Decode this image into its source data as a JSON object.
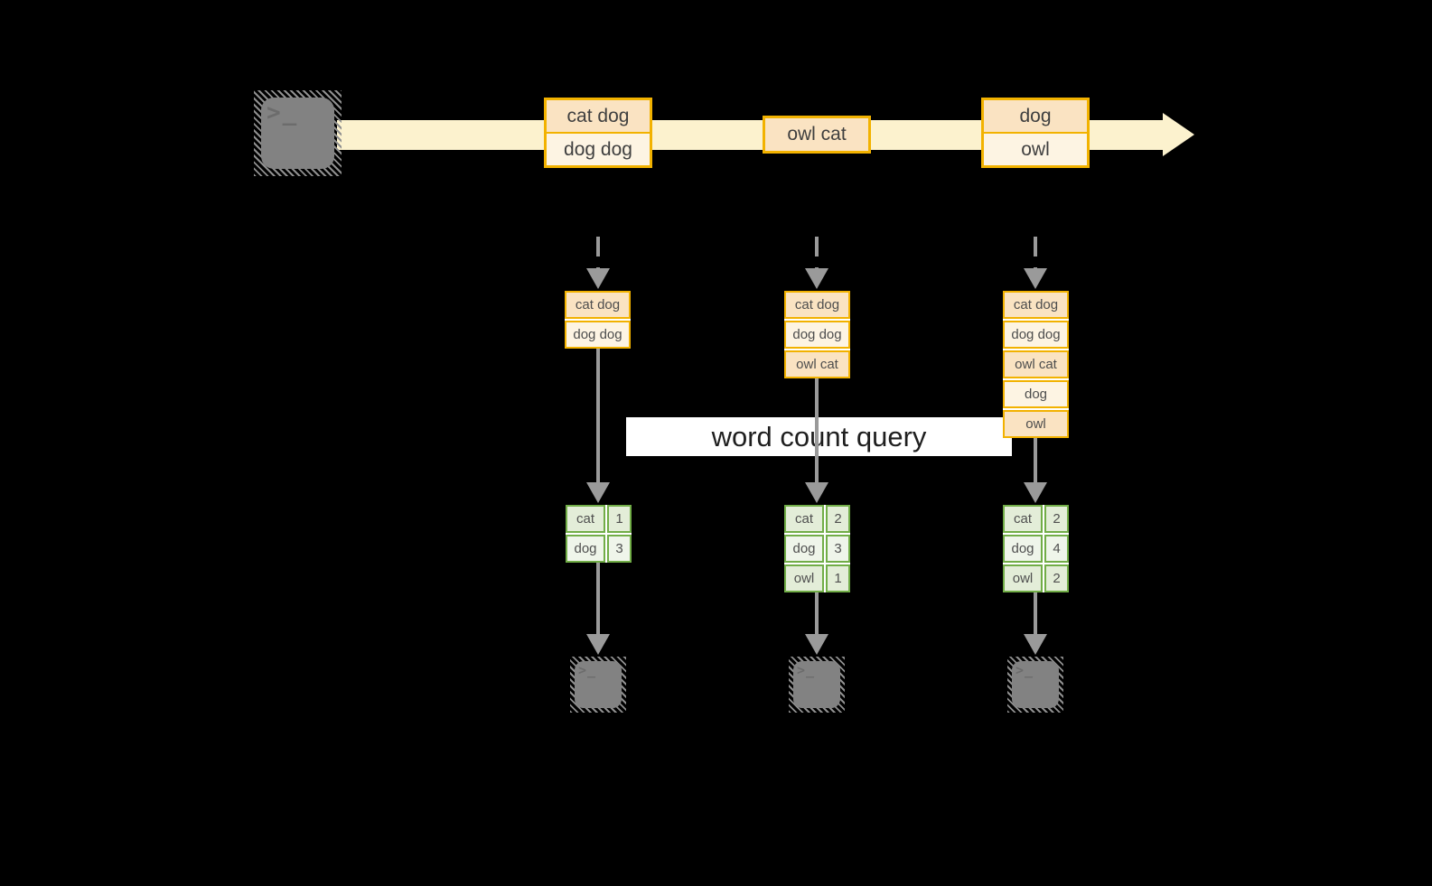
{
  "banner": {
    "label": "word count query"
  },
  "stream": {
    "boxes": [
      {
        "cells": [
          "cat dog",
          "dog dog"
        ]
      },
      {
        "cells": [
          "owl cat"
        ]
      },
      {
        "cells": [
          "dog",
          "owl"
        ]
      }
    ]
  },
  "columns": [
    {
      "buffer": [
        "cat dog",
        "dog dog"
      ],
      "counts": [
        {
          "word": "cat",
          "count": "1"
        },
        {
          "word": "dog",
          "count": "3"
        }
      ]
    },
    {
      "buffer": [
        "cat dog",
        "dog dog",
        "owl cat"
      ],
      "counts": [
        {
          "word": "cat",
          "count": "2"
        },
        {
          "word": "dog",
          "count": "3"
        },
        {
          "word": "owl",
          "count": "1"
        }
      ]
    },
    {
      "buffer": [
        "cat dog",
        "dog dog",
        "owl cat",
        "dog",
        "owl"
      ],
      "counts": [
        {
          "word": "cat",
          "count": "2"
        },
        {
          "word": "dog",
          "count": "4"
        },
        {
          "word": "owl",
          "count": "2"
        }
      ]
    }
  ],
  "icons": {
    "terminal_glyph": ">_"
  },
  "colors": {
    "background": "#000000",
    "stream_band": "#FCF2CE",
    "event_border": "#F2B200",
    "event_fill_dark": "#FAE3C2",
    "event_fill_light": "#FDF4E3",
    "table_border": "#71AD47",
    "table_fill_dark": "#E3EDD8",
    "table_fill_light": "#EFF5EA",
    "arrow_gray": "#9A9A9A",
    "terminal_gray": "#828282",
    "banner_bg": "#FFFFFF",
    "banner_text": "#1F1F1F"
  }
}
